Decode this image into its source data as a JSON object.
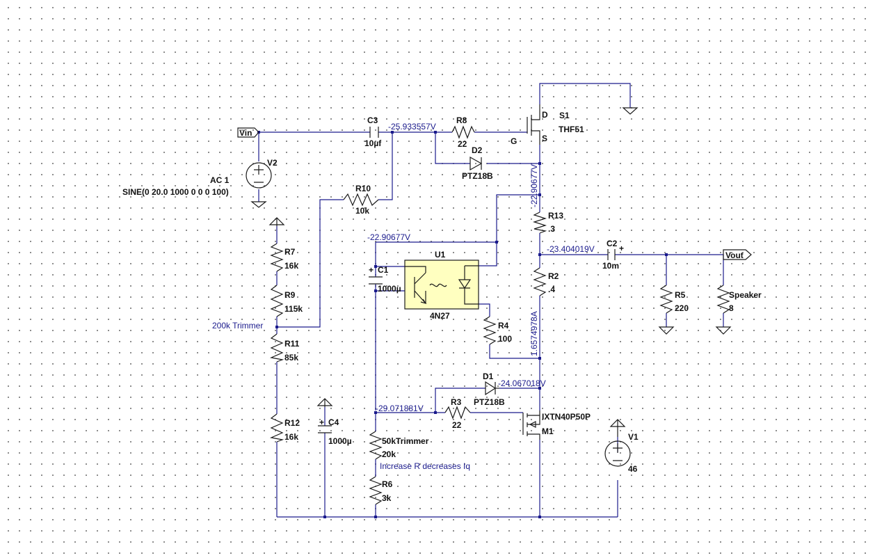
{
  "ports": {
    "vin": "Vin",
    "vout": "Vout"
  },
  "sources": {
    "v2": {
      "name": "V2",
      "line1": "AC 1",
      "line2": "SINE(0 20.0 1000 0 0 0 100)"
    },
    "v1": {
      "name": "V1",
      "value": "46"
    }
  },
  "capacitors": {
    "c3": {
      "name": "C3",
      "value": "10µf"
    },
    "c1": {
      "name": "C1",
      "value": "1000µ"
    },
    "c2": {
      "name": "C2",
      "value": "10m"
    },
    "c4": {
      "name": "C4",
      "value": "1000µ"
    }
  },
  "resistors": {
    "r8": {
      "name": "R8",
      "value": "22"
    },
    "r10": {
      "name": "R10",
      "value": "10k"
    },
    "r7": {
      "name": "R7",
      "value": "16k"
    },
    "r9": {
      "name": "R9",
      "value": "115k"
    },
    "r11": {
      "name": "R11",
      "value": "85k"
    },
    "r12": {
      "name": "R12",
      "value": "16k"
    },
    "r13": {
      "name": "R13",
      "value": ".3"
    },
    "r2": {
      "name": "R2",
      "value": ".4"
    },
    "r4": {
      "name": "R4",
      "value": "100"
    },
    "r3": {
      "name": "R3",
      "value": "22"
    },
    "r5": {
      "name": "R5",
      "value": "220"
    },
    "speaker": {
      "name": "Speaker",
      "value": "8"
    },
    "trim": {
      "name": "50kTrimmer",
      "value": "20k"
    },
    "r6": {
      "name": "R6",
      "value": "3k"
    }
  },
  "diodes": {
    "d2": {
      "name": "D2",
      "model": "PTZ18B"
    },
    "d1": {
      "name": "D1",
      "model": "PTZ18B"
    }
  },
  "transistors": {
    "s1": {
      "name": "S1",
      "model": "THF51",
      "pin_d": "D",
      "pin_g": "G",
      "pin_s": "S"
    },
    "m1": {
      "name": "M1",
      "model": "IXTN40P50P"
    }
  },
  "optocoupler": {
    "name": "U1",
    "model": "4N27"
  },
  "annotations": {
    "trimmer_200k": "200k Trimmer",
    "iq_note": "Increase R decreases Iq",
    "v_gate": "-25.933557V",
    "v_source_vertical": "-22.90677V",
    "v_u1": "-22.90677V",
    "v_out_node": "-23.404019V",
    "i_r2": "1.6574978A",
    "v_d1": "-24.067018V",
    "v_r3": "-29.071881V"
  },
  "colors": {
    "wire": "#1a1a8c",
    "component": "#1a1a1a",
    "annotation": "#1a1a8c",
    "optocoupler_fill": "#ffffc0"
  }
}
